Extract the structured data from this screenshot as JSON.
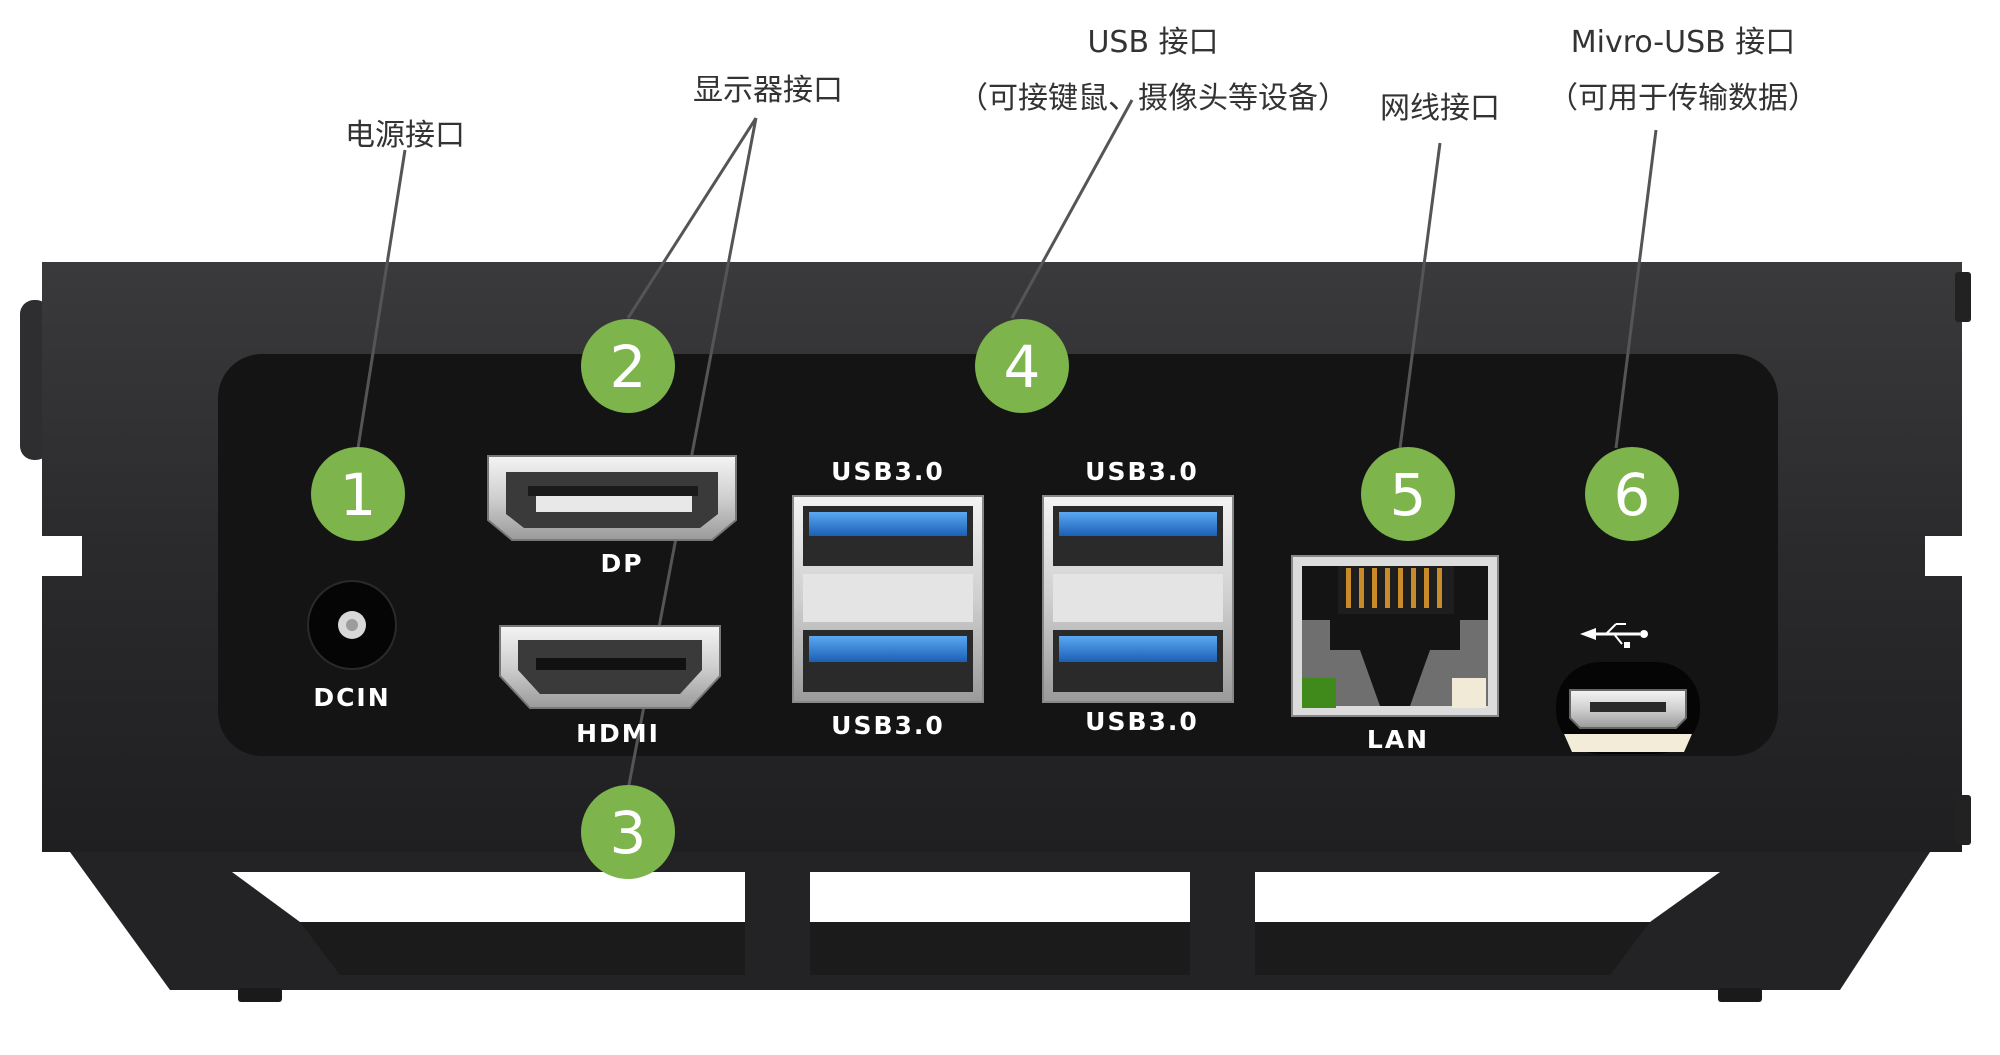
{
  "callouts": {
    "power": {
      "number": "1",
      "title": "电源接口"
    },
    "display": {
      "title": "显示器接口"
    },
    "dp_badge": {
      "number": "2"
    },
    "hdmi_badge": {
      "number": "3"
    },
    "usb": {
      "number": "4",
      "title": "USB 接口",
      "subtitle": "（可接键鼠、摄像头等设备）"
    },
    "lan": {
      "number": "5",
      "title": "网线接口"
    },
    "micro_usb": {
      "number": "6",
      "title": "Mivro-USB 接口",
      "subtitle": "（可用于传输数据）"
    }
  },
  "port_labels": {
    "dcin": "DCIN",
    "dp": "DP",
    "hdmi": "HDMI",
    "usb_left_top": "USB3.0",
    "usb_left_bottom": "USB3.0",
    "usb_right_top": "USB3.0",
    "usb_right_bottom": "USB3.0",
    "lan": "LAN"
  },
  "colors": {
    "badge": "#7db44c",
    "chassis": "#2b2b2d",
    "panel": "#151516",
    "usb_blue": "#2e7fd6",
    "lan_led_green": "#3f8a1a",
    "lan_pins": "#c98a2a"
  }
}
